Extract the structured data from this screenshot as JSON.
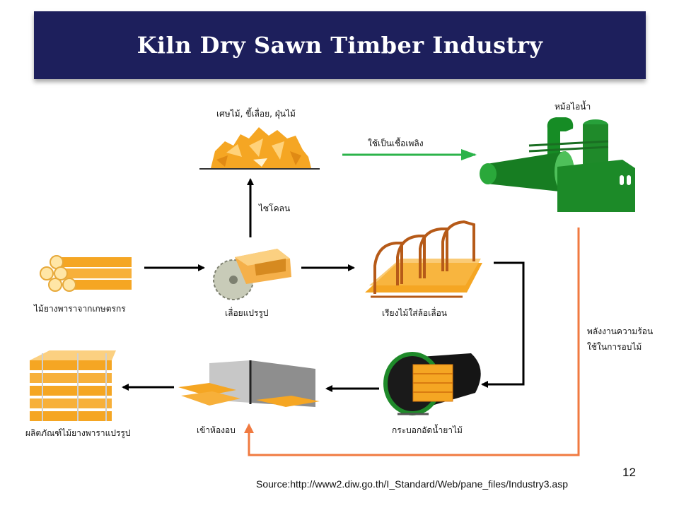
{
  "title": "Kiln Dry Sawn Timber Industry",
  "colors": {
    "title_bg": "#1d1f5c",
    "wood": "#f5a623",
    "wood_dark": "#d97b10",
    "boiler_green": "#1f8a2a",
    "green_arrow": "#2bb34a",
    "heat_line": "#f07a40",
    "black_arrow": "#000000"
  },
  "nodes": {
    "waste": {
      "label": "เศษไม้, ขี้เลื่อย, ฝุ่นไม้",
      "icon": "wood-chips-pile"
    },
    "boiler": {
      "label": "หม้อไอน้ำ",
      "icon": "boiler"
    },
    "raw_logs": {
      "label": "ไม้ยางพาราจากเกษตรกร",
      "icon": "log-bundle"
    },
    "sawmill": {
      "label": "เลื่อยแปรรูป",
      "icon": "circular-saw"
    },
    "stacking": {
      "label": "เรียงไม้ใส่ล้อเลื่อน",
      "icon": "lumber-cart"
    },
    "treatment": {
      "label": "กระบอกอัดน้ำยาไม้",
      "icon": "pressure-cylinder"
    },
    "kiln": {
      "label": "เข้าห้องอบ",
      "icon": "kiln-chamber"
    },
    "product": {
      "label": "ผลิตภัณฑ์ไม้ยางพาราแปรรูป",
      "icon": "lumber-stack"
    }
  },
  "edges": {
    "cyclone": {
      "label": "ไซโคลน"
    },
    "fuel": {
      "label": "ใช้เป็นเชื้อเพลิง"
    },
    "heat": {
      "label_line1": "พลังงานความร้อน",
      "label_line2": "ใช้ในการอบไม้"
    }
  },
  "footer": {
    "source": "Source:http://www2.diw.go.th/I_Standard/Web/pane_files/Industry3.asp",
    "page_number": "12"
  }
}
